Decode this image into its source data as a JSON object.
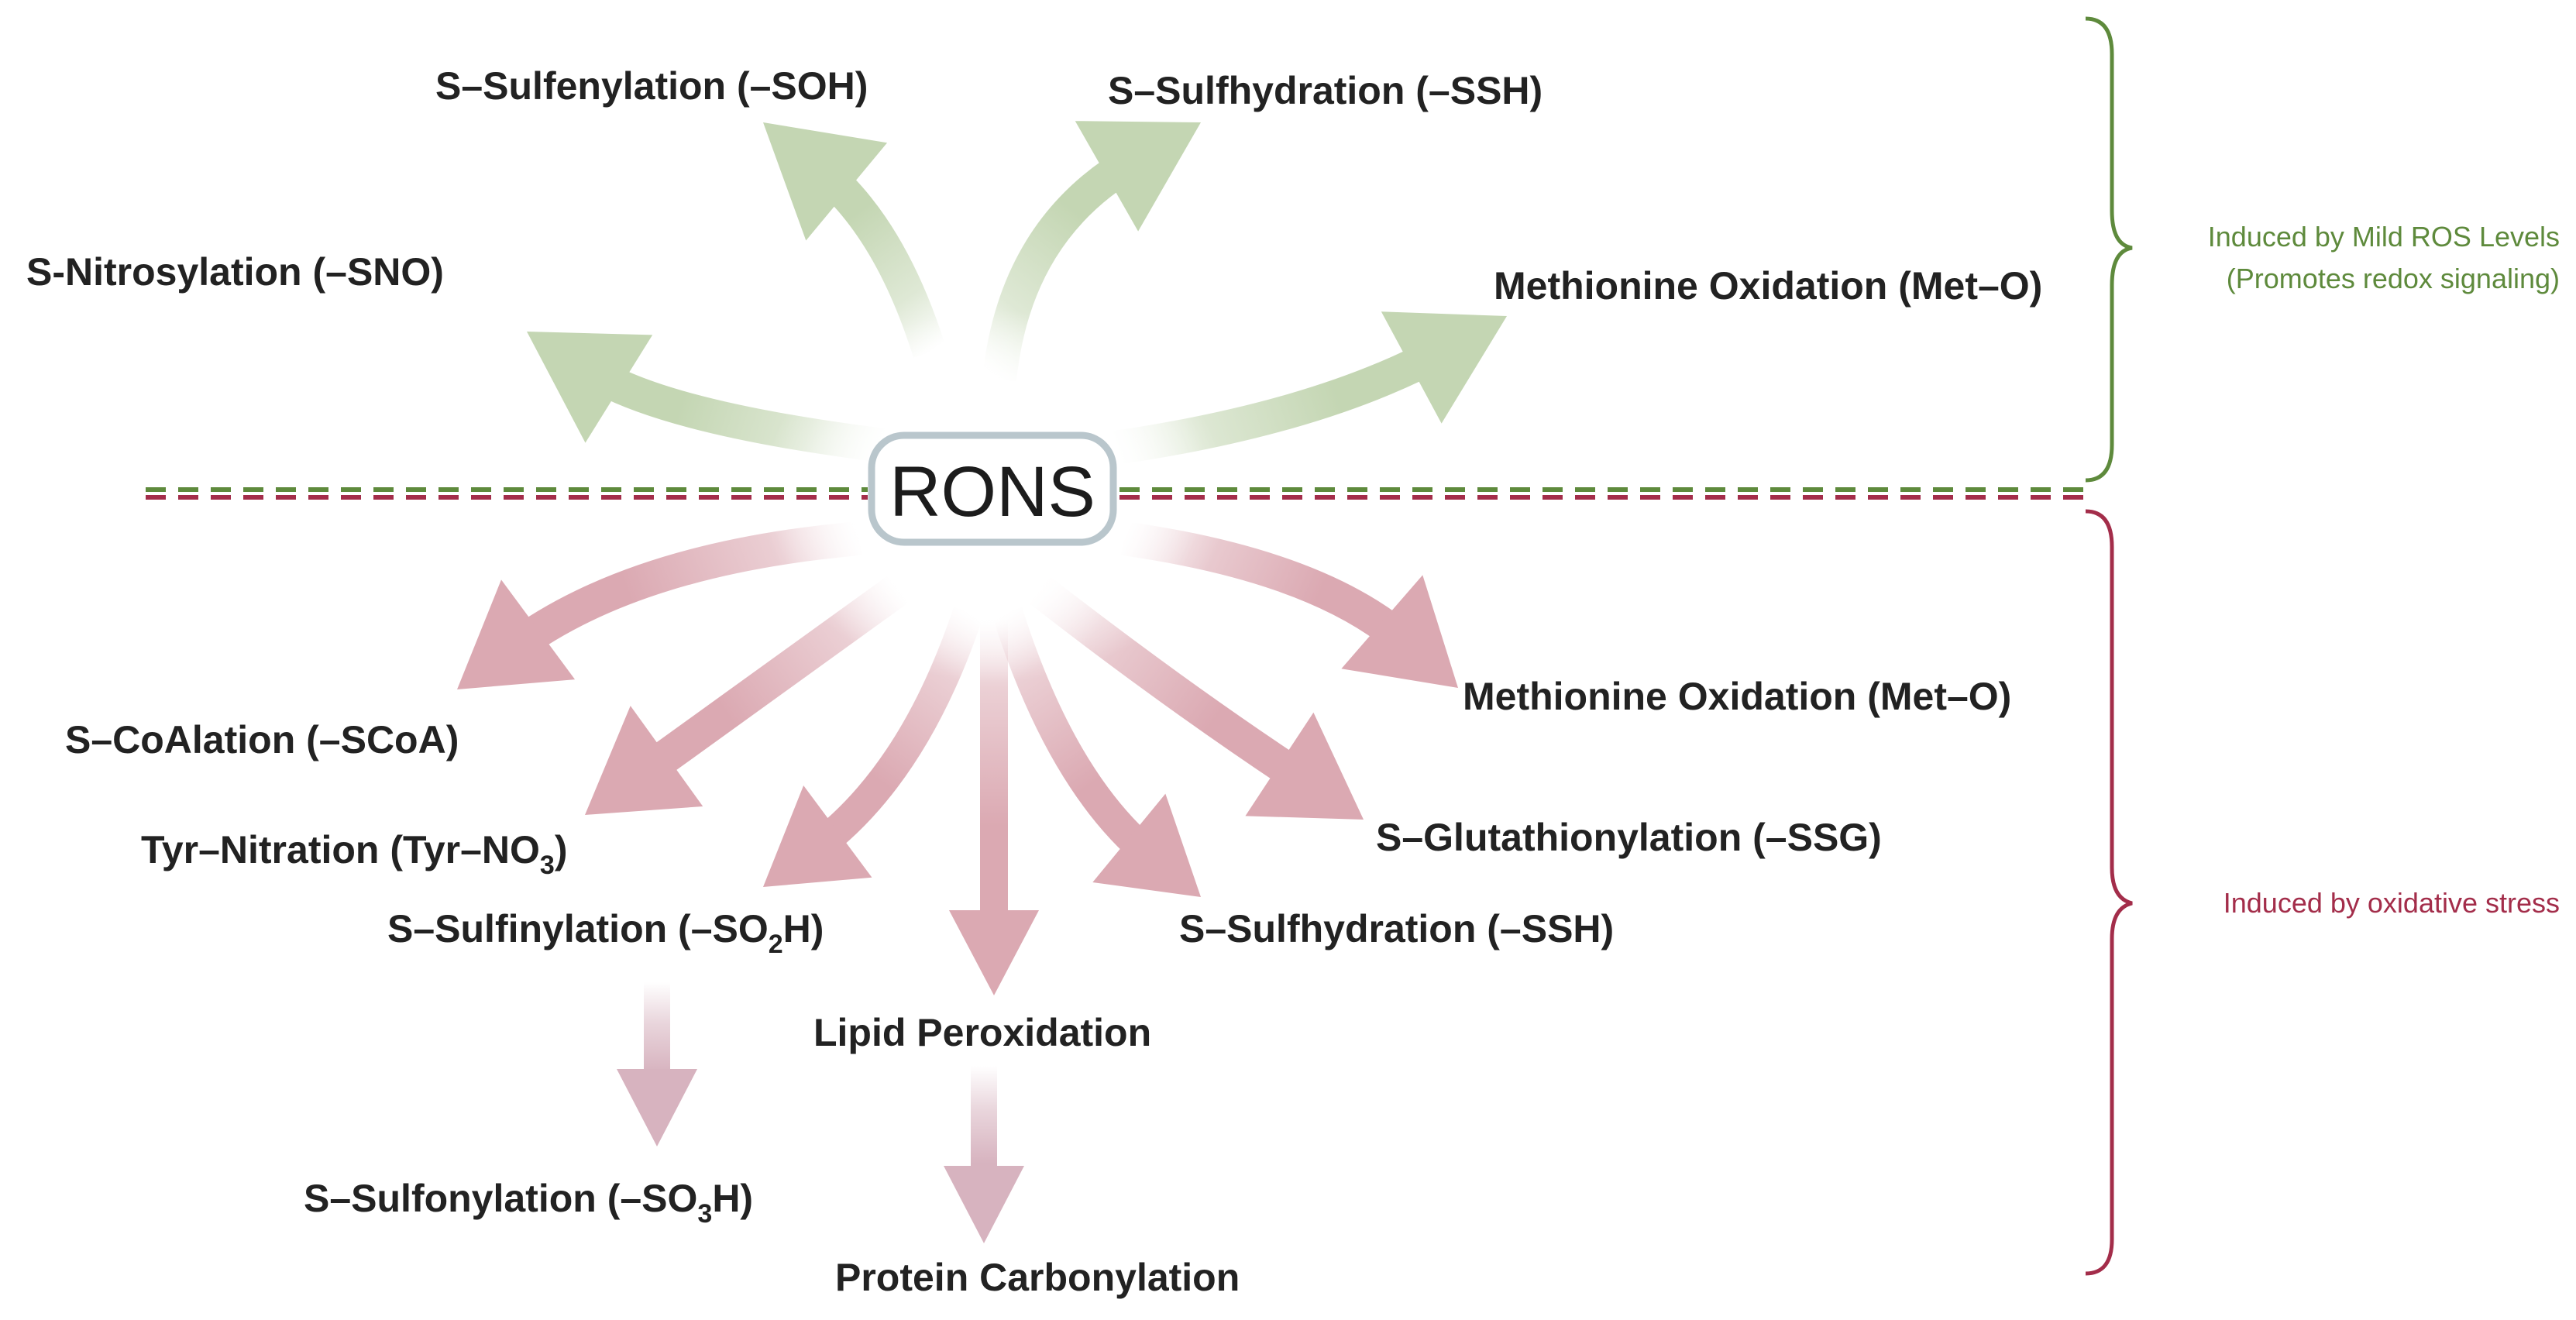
{
  "colors": {
    "mild_arrow": "#c4d6b3",
    "stress_arrow": "#dba9b2",
    "cascade_arrow": "#d7b3bf",
    "mild_bracket": "#5e8a3c",
    "stress_bracket": "#a32d4a",
    "center_border": "#b9c6cc"
  },
  "center_label": "RONS",
  "mild": {
    "bracket_label_line1": "Induced by Mild ROS Levels",
    "bracket_label_line2": "(Promotes redox signaling)",
    "items": [
      {
        "id": "nitrosylation",
        "label": "S-Nitrosylation (–SNO)"
      },
      {
        "id": "sulfenylation",
        "label": "S–Sulfenylation (–SOH)"
      },
      {
        "id": "sulfhydration",
        "label": "S–Sulfhydration (–SSH)"
      },
      {
        "id": "met-oxidation",
        "label": "Methionine Oxidation (Met–O)"
      }
    ]
  },
  "stress": {
    "bracket_label": "Induced by oxidative stress",
    "items": [
      {
        "id": "coalation",
        "label": "S–CoAlation (–SCoA)"
      },
      {
        "id": "tyr-nitration",
        "label_main": "Tyr–Nitration (Tyr–NO",
        "label_sub": "3",
        "label_end": ")"
      },
      {
        "id": "sulfinylation",
        "label_main": "S–Sulfinylation (–SO",
        "label_sub": "2",
        "label_end": "H)"
      },
      {
        "id": "lipid-peroxidation",
        "label": "Lipid Peroxidation"
      },
      {
        "id": "sulfhydration",
        "label": "S–Sulfhydration (–SSH)"
      },
      {
        "id": "glutathionylation",
        "label": "S–Glutathionylation (–SSG)"
      },
      {
        "id": "met-oxidation",
        "label": "Methionine Oxidation (Met–O)"
      }
    ],
    "downstream": [
      {
        "id": "sulfonylation",
        "label_main": "S–Sulfonylation (–SO",
        "label_sub": "3",
        "label_end": "H)"
      },
      {
        "id": "protein-carbonylation",
        "label": "Protein Carbonylation"
      }
    ]
  }
}
